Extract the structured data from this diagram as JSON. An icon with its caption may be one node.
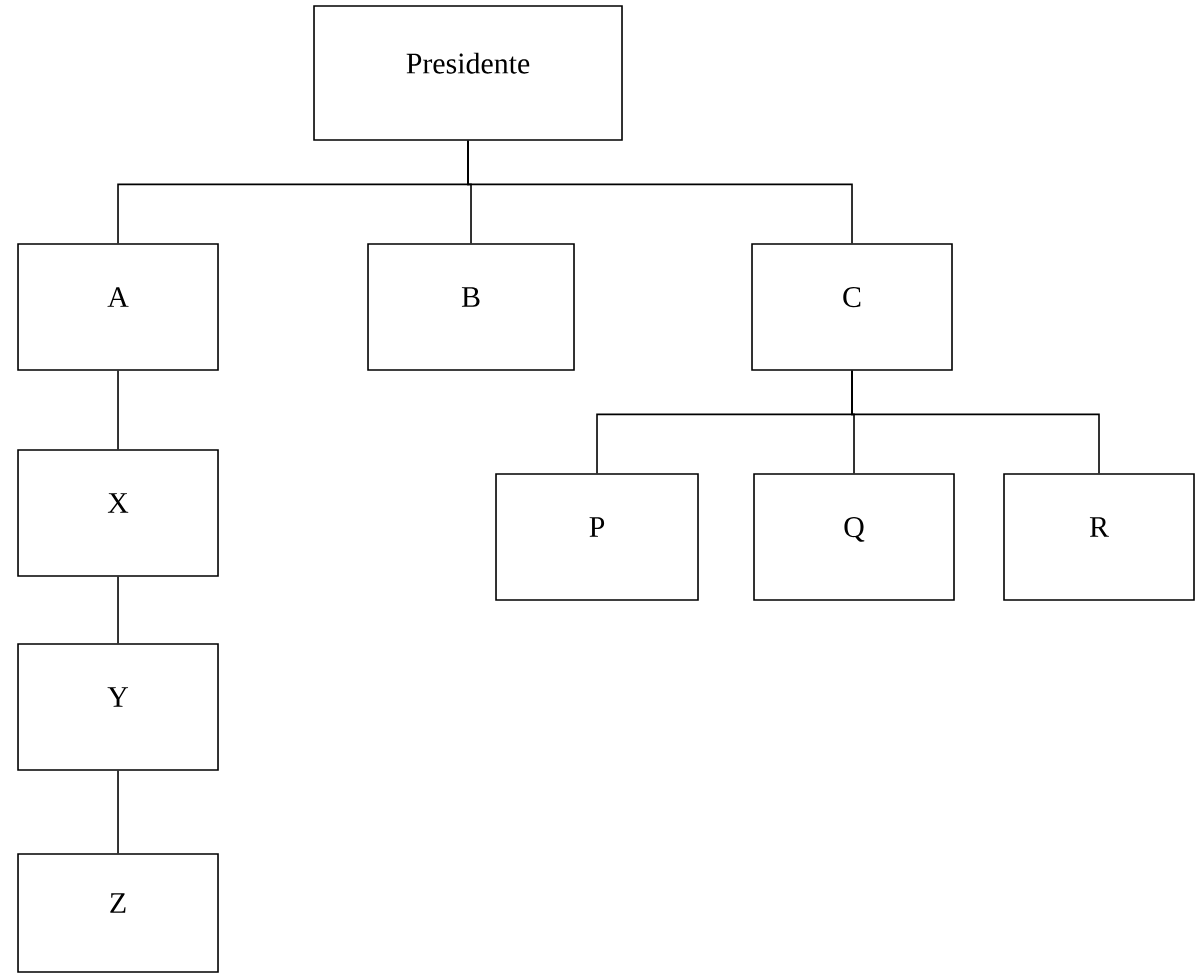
{
  "diagram": {
    "nodes": [
      {
        "text": [
          "Presidente"
        ]
      },
      {
        "text": [
          "A"
        ]
      },
      {
        "text": [
          "B"
        ]
      },
      {
        "text": [
          "C"
        ]
      },
      {
        "text": [
          "X"
        ]
      },
      {
        "text": [
          "Y"
        ]
      },
      {
        "text": [
          "Z"
        ]
      },
      {
        "text": [
          "P"
        ]
      },
      {
        "text": [
          "Q"
        ]
      },
      {
        "text": [
          "R"
        ]
      }
    ],
    "edges": [
      {
        "from": 0,
        "to": 1,
        "arrow": "none"
      },
      {
        "from": 0,
        "to": 2,
        "arrow": "none"
      },
      {
        "from": 0,
        "to": 3,
        "arrow": "none"
      },
      {
        "from": 1,
        "to": 4,
        "arrow": "none"
      },
      {
        "from": 4,
        "to": 5,
        "arrow": "none"
      },
      {
        "from": 5,
        "to": 6,
        "arrow": "none"
      },
      {
        "from": 3,
        "to": 7,
        "arrow": "none"
      },
      {
        "from": 3,
        "to": 8,
        "arrow": "none"
      },
      {
        "from": 3,
        "to": 9,
        "arrow": "none"
      }
    ]
  }
}
